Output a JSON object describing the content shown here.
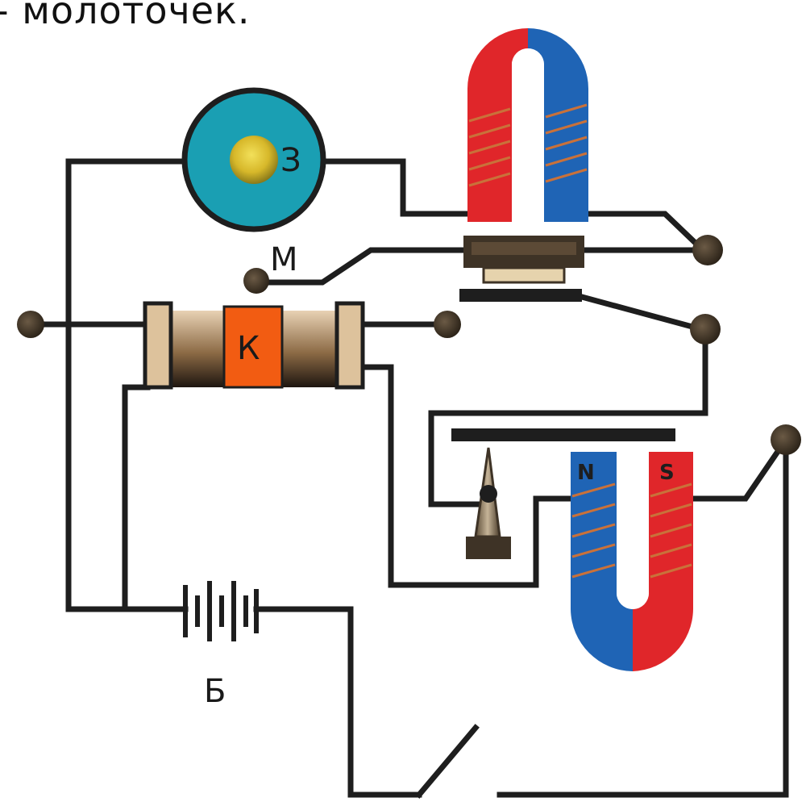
{
  "caption": "- молоточек.",
  "labels": {
    "bell": "З",
    "hammer": "М",
    "key": "К",
    "battery": "Б",
    "north": "N",
    "south": "S"
  },
  "colors": {
    "bell_outer": "#1a9fb3",
    "bell_core": "#d7b82a",
    "key_block": "#f25c12",
    "magnet_red": "#e0262a",
    "magnet_blue": "#1f64b5",
    "coil": "#c9713a",
    "terminal": "#3e3326",
    "wire": "#1e1e1e"
  }
}
